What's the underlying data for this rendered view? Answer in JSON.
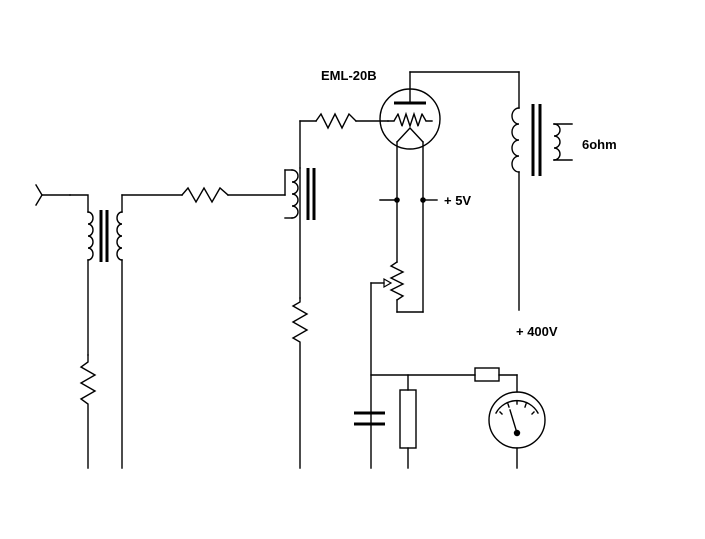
{
  "labels": {
    "tube_type": "EML-20B",
    "speaker_impedance": "6ohm",
    "filament_supply": "+ 5V",
    "plate_supply": "+ 400V"
  },
  "colors": {
    "background": "#ffffff",
    "line": "#000000"
  }
}
